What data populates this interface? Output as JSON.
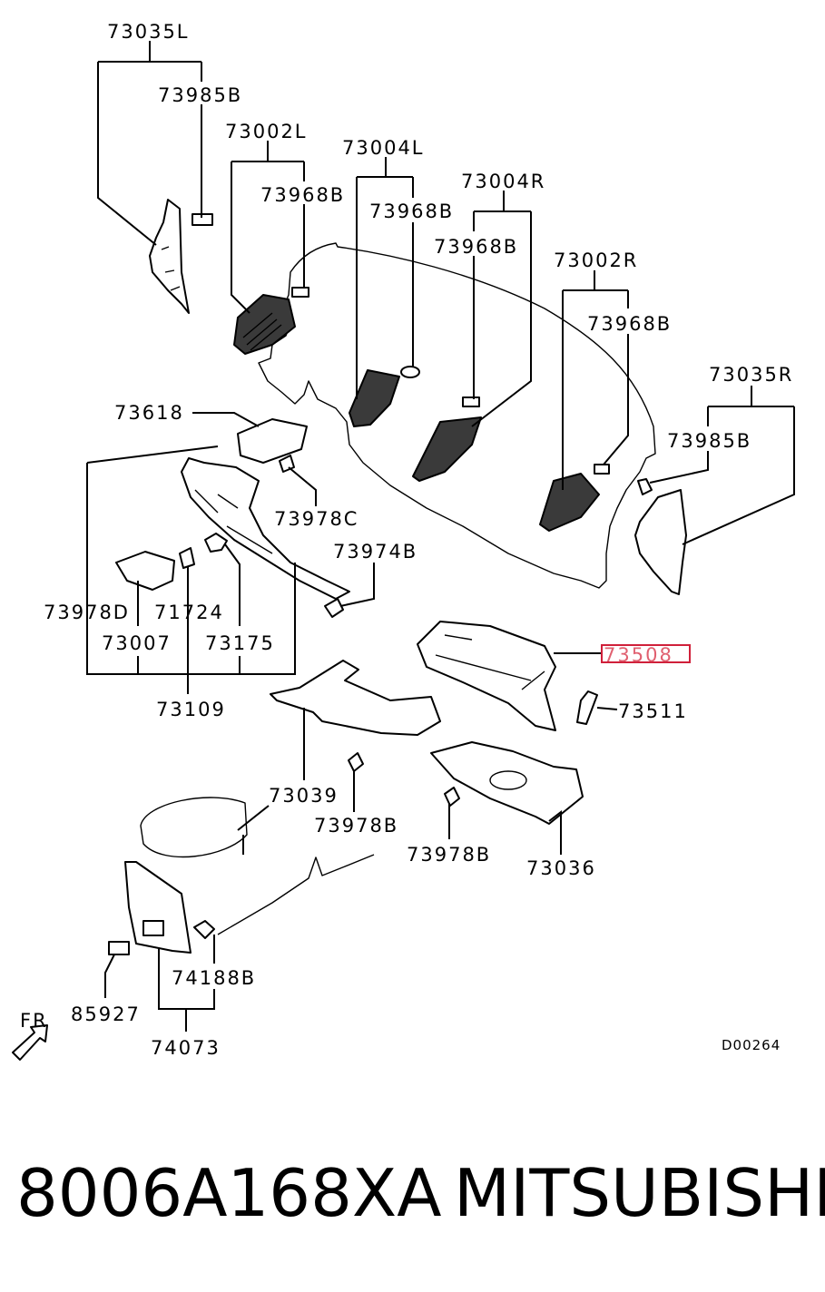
{
  "labels": {
    "l73035L": "73035L",
    "l73985B_a": "73985B",
    "l73002L": "73002L",
    "l73968B_a": "73968B",
    "l73004L": "73004L",
    "l73968B_b": "73968B",
    "l73004R": "73004R",
    "l73968B_c": "73968B",
    "l73002R": "73002R",
    "l73968B_d": "73968B",
    "l73035R": "73035R",
    "l73985B_b": "73985B",
    "l73618": "73618",
    "l73978C": "73978C",
    "l73974B": "73974B",
    "l73978D": "73978D",
    "l71724": "71724",
    "l73007": "73007",
    "l73175": "73175",
    "l73109": "73109",
    "l73508": "73508",
    "l73511": "73511",
    "l73039": "73039",
    "l73978B_a": "73978B",
    "l73978B_b": "73978B",
    "l73036": "73036",
    "l74188B": "74188B",
    "l85927": "85927",
    "l74073": "74073",
    "fr": "FR",
    "code": "D00264"
  },
  "highlighted_part": "73508",
  "colors": {
    "highlight": "#e06070",
    "highlight_box": "#d0203a"
  },
  "footer": {
    "part_number": "8006A168XA",
    "brand": "MITSUBISHI"
  }
}
